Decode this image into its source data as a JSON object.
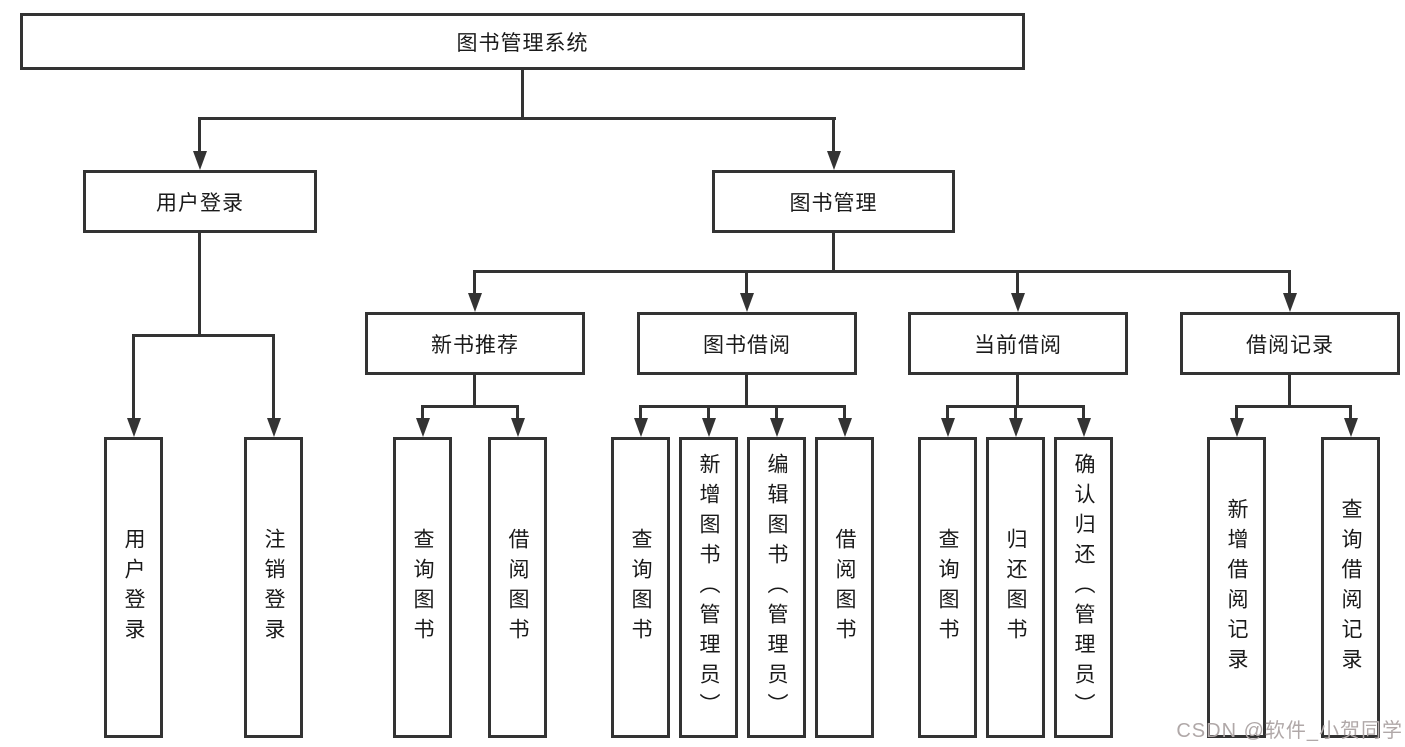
{
  "tree": {
    "root": "图书管理系统",
    "branches": [
      {
        "label": "用户登录",
        "children": [
          "用户登录",
          "注销登录"
        ]
      },
      {
        "label": "图书管理",
        "groups": [
          {
            "label": "新书推荐",
            "children": [
              "查询图书",
              "借阅图书"
            ]
          },
          {
            "label": "图书借阅",
            "children": [
              "查询图书",
              "新增图书（管理员）",
              "编辑图书（管理员）",
              "借阅图书"
            ]
          },
          {
            "label": "当前借阅",
            "children": [
              "查询图书",
              "归还图书",
              "确认归还（管理员）"
            ]
          },
          {
            "label": "借阅记录",
            "children": [
              "新增借阅记录",
              "查询借阅记录"
            ]
          }
        ]
      }
    ]
  },
  "watermark": "CSDN @软件_小贺同学",
  "colors": {
    "line": "#333333",
    "box_background": "#ffffff",
    "text": "#1a1a1a",
    "watermark": "#b0a8a8"
  }
}
